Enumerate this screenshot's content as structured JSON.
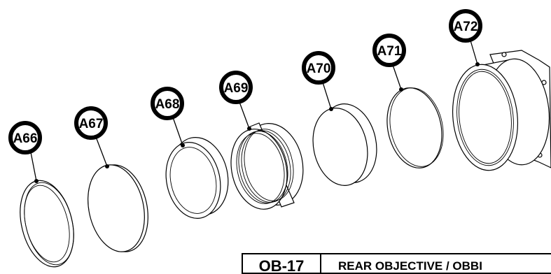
{
  "parts": [
    {
      "id": "A66",
      "label": "A66"
    },
    {
      "id": "A67",
      "label": "A67"
    },
    {
      "id": "A68",
      "label": "A68"
    },
    {
      "id": "A69",
      "label": "A69"
    },
    {
      "id": "A70",
      "label": "A70"
    },
    {
      "id": "A71",
      "label": "A71"
    },
    {
      "id": "A72",
      "label": "A72"
    }
  ],
  "title_block": {
    "code": "OB-17",
    "name": "REAR OBJECTIVE / OBBI"
  },
  "colors": {
    "line": "#000000",
    "background": "#ffffff"
  }
}
